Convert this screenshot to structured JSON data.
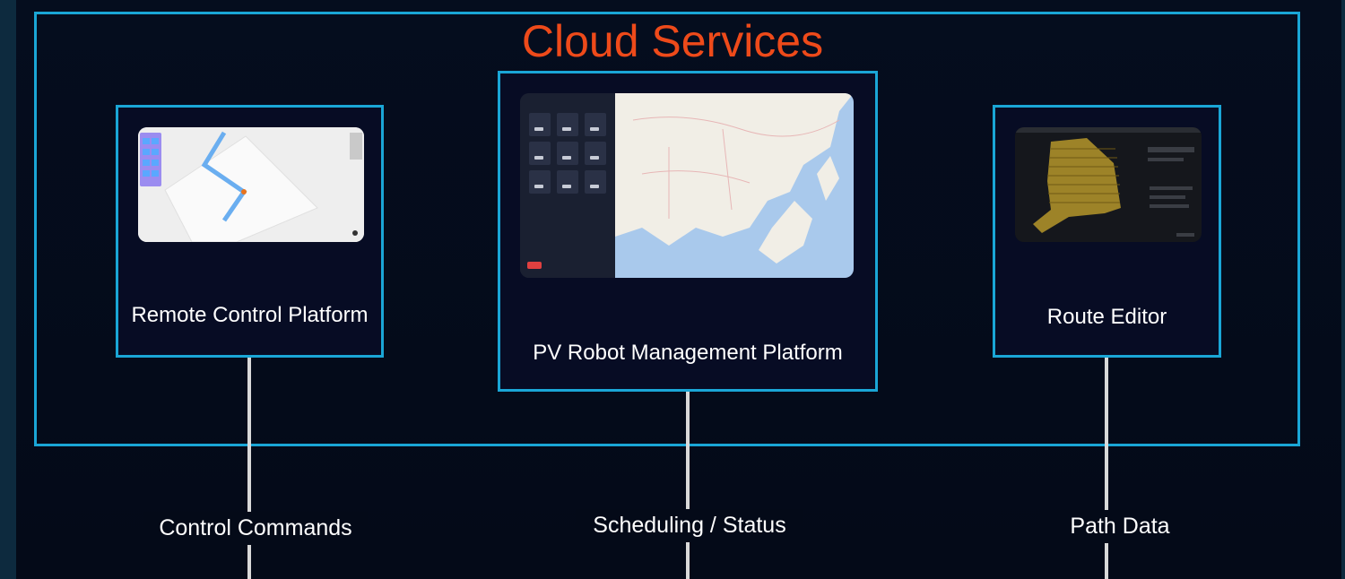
{
  "title": "Cloud Services",
  "colors": {
    "accent_border": "#1aa6d6",
    "title": "#ee4a1a",
    "background": "#040a18",
    "connector": "#d9d9d9"
  },
  "platforms": [
    {
      "label": "Remote Control Platform",
      "thumbnail": "remote-control-map-icon"
    },
    {
      "label": "PV Robot Management Platform",
      "thumbnail": "world-map-dashboard-icon"
    },
    {
      "label": "Route Editor",
      "thumbnail": "route-grid-icon"
    }
  ],
  "flows": [
    {
      "label": "Control Commands"
    },
    {
      "label": "Scheduling / Status"
    },
    {
      "label": "Path Data"
    }
  ]
}
